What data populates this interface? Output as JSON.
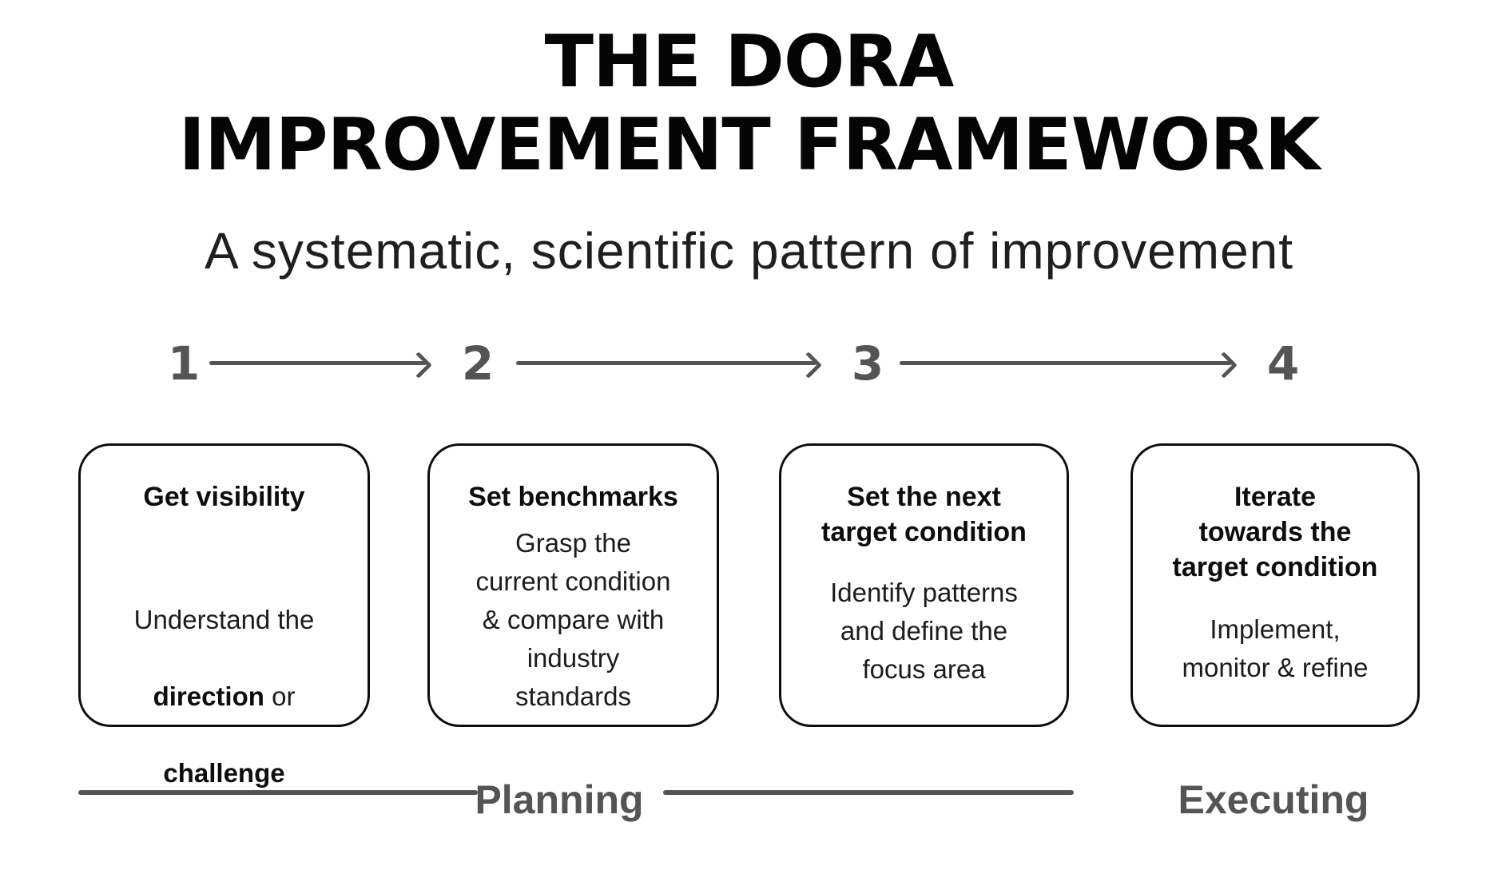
{
  "title": {
    "line1": "THE DORA",
    "line2": "IMPROVEMENT FRAMEWORK"
  },
  "subtitle": "A systematic, scientific pattern of improvement",
  "steps": [
    {
      "number": "1"
    },
    {
      "number": "2"
    },
    {
      "number": "3"
    },
    {
      "number": "4"
    }
  ],
  "boxes": [
    {
      "title": "Get visibility",
      "body": {
        "line1": "Understand the",
        "line2_bold": "direction",
        "line2_rest": " or",
        "line3_bold": "challenge"
      }
    },
    {
      "title": "Set benchmarks",
      "body_text": "Grasp the\ncurrent condition\n& compare with\nindustry\nstandards"
    },
    {
      "title": "Set the next\ntarget condition",
      "body_text": "Identify patterns\nand define the\nfocus area"
    },
    {
      "title": "Iterate\ntowards the\ntarget condition",
      "body_text": "Implement,\nmonitor & refine"
    }
  ],
  "footer": {
    "planning_label": "Planning",
    "executing_label": "Executing"
  },
  "colors": {
    "accent_gray": "#545454",
    "text_black": "#0d0d0d"
  }
}
